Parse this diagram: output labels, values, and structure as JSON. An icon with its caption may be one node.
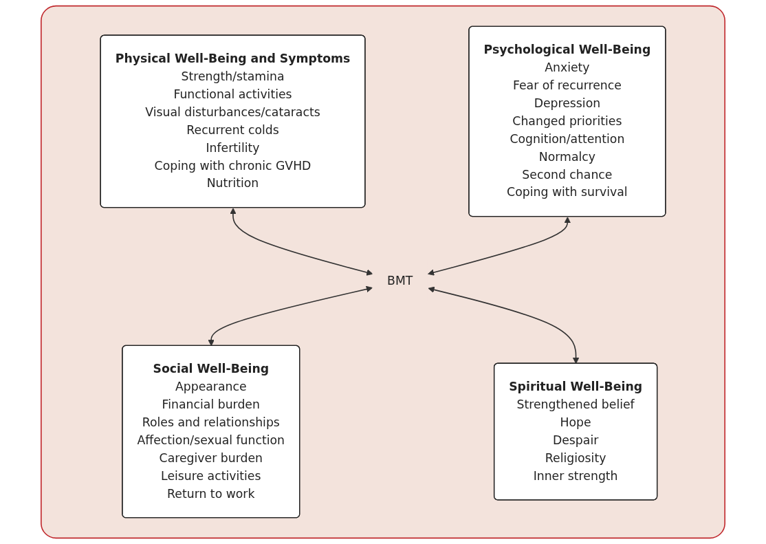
{
  "diagram": {
    "nodes": [
      {
        "text": [],
        "shape": "box"
      },
      {
        "text": [
          "Physical Well-Being and Symptoms",
          "Strength/stamina",
          "Functional activities",
          "Visual disturbances/cataracts",
          "Recurrent colds",
          "Infertility",
          "Coping with chronic GVHD",
          "Nutrition"
        ],
        "in": 0
      },
      {
        "text": [
          "Psychological Well-Being",
          "Anxiety",
          "Fear of recurrence",
          "Depression",
          "Changed priorities",
          "Cognition/attention",
          "Normalcy",
          "Second chance",
          "Coping with survival"
        ],
        "in": 0
      },
      {
        "text": [
          "BMT"
        ],
        "in": 0
      },
      {
        "text": [
          "Social Well-Being",
          "Appearance",
          "Financial burden",
          "Roles and relationships",
          "Affection/sexual function",
          "Caregiver burden",
          "Leisure activities",
          "Return to work"
        ],
        "in": 0
      },
      {
        "text": [
          "Spiritual Well-Being",
          "Strengthened belief",
          "Hope",
          "Despair",
          "Religiosity",
          "Inner strength"
        ],
        "in": 0
      }
    ],
    "edges": [
      {
        "from": 1,
        "to": 3,
        "arrow": "both"
      },
      {
        "from": 2,
        "to": 3,
        "arrow": "both"
      },
      {
        "from": 3,
        "to": 4,
        "arrow": "both"
      },
      {
        "from": 3,
        "to": 5,
        "arrow": "both"
      }
    ]
  }
}
